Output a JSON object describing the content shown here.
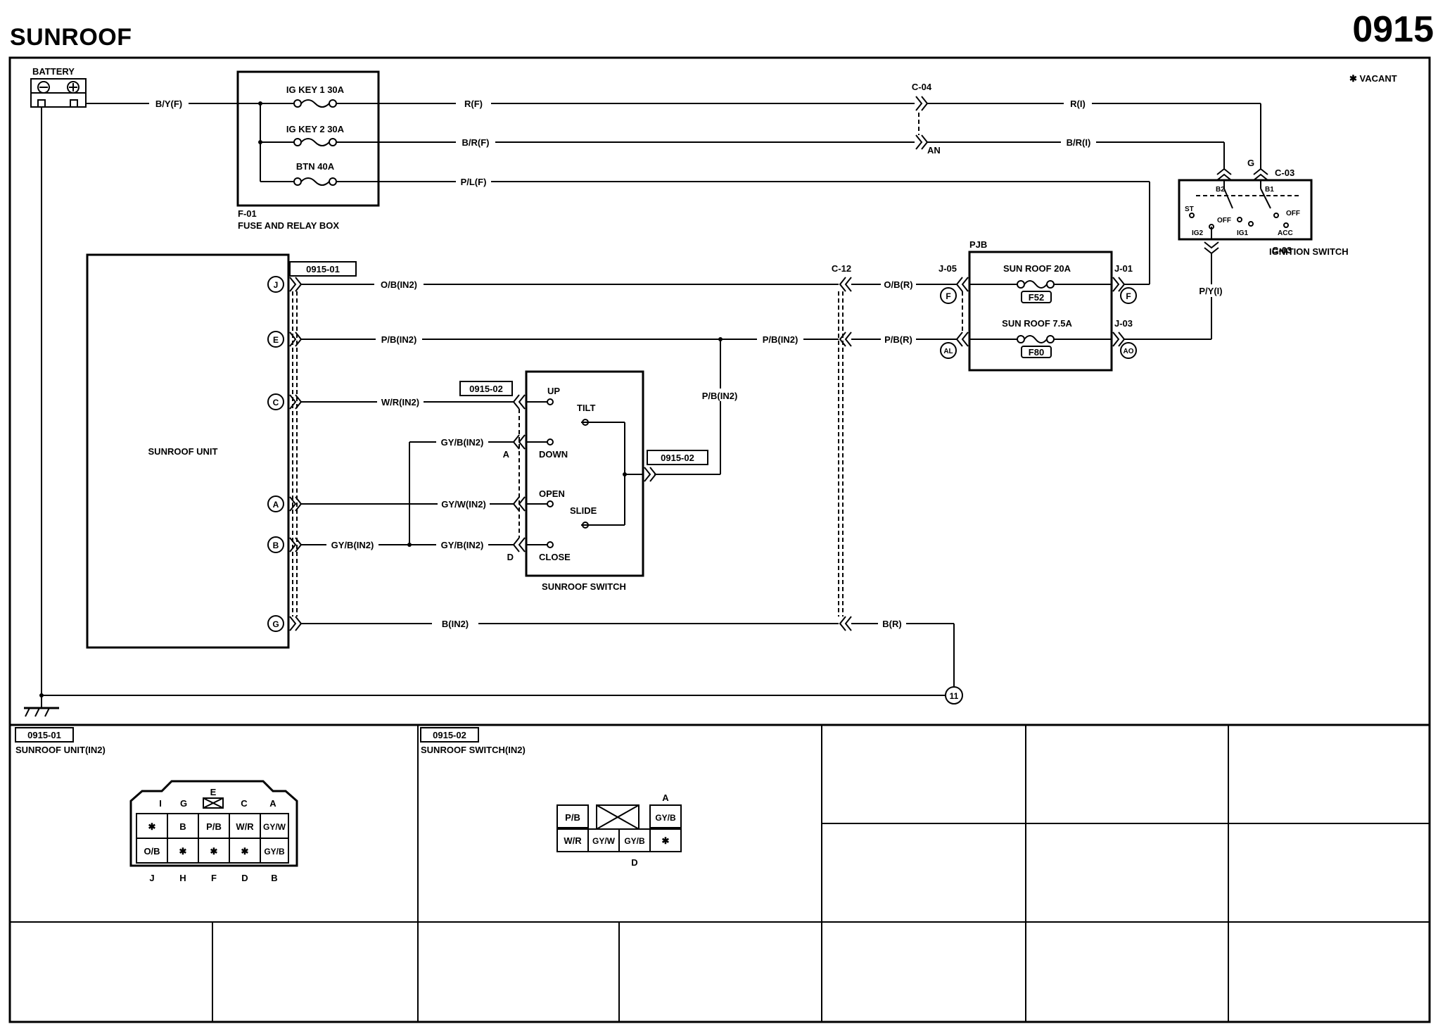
{
  "header": {
    "title": "SUNROOF",
    "code": "0915"
  },
  "vacant_note": "✱ VACANT",
  "components": {
    "battery": "BATTERY",
    "fuse_box": {
      "id": "F-01",
      "name": "FUSE AND RELAY BOX",
      "fuses": [
        "IG KEY 1 30A",
        "IG KEY 2 30A",
        "BTN 40A"
      ]
    },
    "pjb": {
      "name": "PJB",
      "fuses": [
        {
          "label": "SUN ROOF 20A",
          "code": "F52"
        },
        {
          "label": "SUN ROOF 7.5A",
          "code": "F80"
        }
      ]
    },
    "ignition_switch": {
      "name": "IGNITION SWITCH",
      "connector": "C-03",
      "terms": [
        "B2",
        "B1",
        "ST",
        "OFF",
        "IG2",
        "IG1",
        "OFF",
        "ACC"
      ]
    },
    "sunroof_unit": {
      "name": "SUNROOF UNIT",
      "connector_ref": "0915-01"
    },
    "sunroof_switch": {
      "name": "SUNROOF SWITCH",
      "connector_ref": "0915-02",
      "positions": [
        "UP",
        "TILT",
        "DOWN",
        "OPEN",
        "SLIDE",
        "CLOSE"
      ]
    }
  },
  "wires": {
    "byf": "B/Y(F)",
    "rf": "R(F)",
    "brf": "B/R(F)",
    "plf": "P/L(F)",
    "ri": "R(I)",
    "bri": "B/R(I)",
    "g": "G",
    "pyi": "P/Y(I)",
    "obin2": "O/B(IN2)",
    "obr": "O/B(R)",
    "pbin2": "P/B(IN2)",
    "pbr": "P/B(R)",
    "wrin2": "W/R(IN2)",
    "gybin2": "GY/B(IN2)",
    "gywin2": "GY/W(IN2)",
    "bin2": "B(IN2)",
    "br": "B(R)"
  },
  "connectors": {
    "c04": "C-04",
    "an": "AN",
    "c12": "C-12",
    "c03": "C-03",
    "j05": "J-05",
    "j01": "J-01",
    "j03": "J-03",
    "pin_f": "F",
    "pin_al": "AL",
    "pin_ao": "AO",
    "unit_pins": [
      "J",
      "E",
      "C",
      "A",
      "B",
      "G"
    ],
    "sw_a": "A",
    "sw_d": "D",
    "ground": "11"
  },
  "connector_views": [
    {
      "ref": "0915-01",
      "title": "SUNROOF UNIT(IN2)",
      "top_labels": [
        "I",
        "G",
        "E",
        "C",
        "A"
      ],
      "row1": [
        "✱",
        "B",
        "P/B",
        "W/R",
        "GY/W"
      ],
      "row2": [
        "O/B",
        "✱",
        "✱",
        "✱",
        "GY/B"
      ],
      "bottom_labels": [
        "J",
        "H",
        "F",
        "D",
        "B"
      ]
    },
    {
      "ref": "0915-02",
      "title": "SUNROOF SWITCH(IN2)",
      "top_label": "A",
      "row1": [
        "P/B",
        "",
        "GY/B"
      ],
      "row2": [
        "W/R",
        "GY/W",
        "GY/B",
        "✱"
      ],
      "bottom_label": "D"
    }
  ]
}
